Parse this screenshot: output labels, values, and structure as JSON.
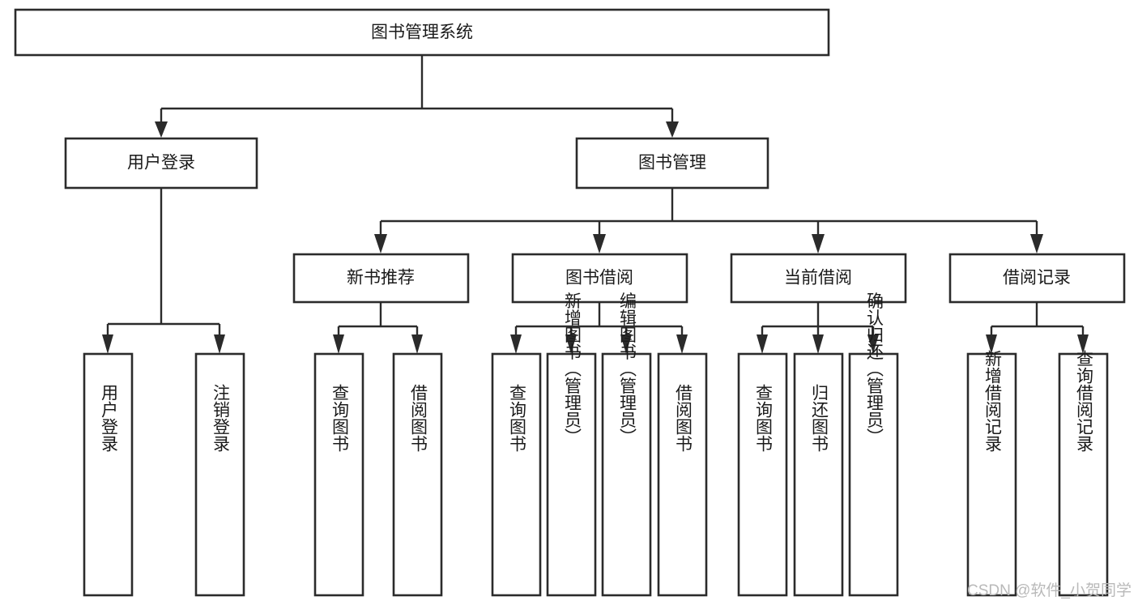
{
  "diagram": {
    "title": "图书管理系统",
    "type": "tree-hierarchy",
    "orientation": "top-down",
    "watermark": "CSDN @软件_小贺同学",
    "colors": {
      "box_stroke": "#2b2b2b",
      "box_fill": "#ffffff",
      "connector": "#2b2b2b",
      "text": "#1a1a1a",
      "background": "#ffffff",
      "watermark": "#b9b9b9"
    },
    "levels": {
      "root": {
        "label": "图书管理系统"
      },
      "level2": [
        {
          "id": "user-login",
          "label": "用户登录"
        },
        {
          "id": "book-manage",
          "label": "图书管理"
        }
      ],
      "level3": [
        {
          "id": "new-book-recommend",
          "label": "新书推荐",
          "parent": "book-manage"
        },
        {
          "id": "book-borrow",
          "label": "图书借阅",
          "parent": "book-manage"
        },
        {
          "id": "current-borrow",
          "label": "当前借阅",
          "parent": "book-manage"
        },
        {
          "id": "borrow-record",
          "label": "借阅记录",
          "parent": "book-manage"
        }
      ],
      "leaves": [
        {
          "id": "leaf-user-login",
          "label": "用户登录",
          "parent": "user-login"
        },
        {
          "id": "leaf-logout-login",
          "label": "注销登录",
          "parent": "user-login"
        },
        {
          "id": "leaf-query-book-1",
          "label": "查询图书",
          "parent": "new-book-recommend"
        },
        {
          "id": "leaf-borrow-book-1",
          "label": "借阅图书",
          "parent": "new-book-recommend"
        },
        {
          "id": "leaf-query-book-2",
          "label": "查询图书",
          "parent": "book-borrow"
        },
        {
          "id": "leaf-add-book",
          "label": "新增图书（管理员）",
          "parent": "book-borrow"
        },
        {
          "id": "leaf-edit-book",
          "label": "编辑图书（管理员）",
          "parent": "book-borrow"
        },
        {
          "id": "leaf-borrow-book-2",
          "label": "借阅图书",
          "parent": "book-borrow"
        },
        {
          "id": "leaf-query-book-3",
          "label": "查询图书",
          "parent": "current-borrow"
        },
        {
          "id": "leaf-return-book",
          "label": "归还图书",
          "parent": "current-borrow"
        },
        {
          "id": "leaf-confirm-return",
          "label": "确认归还（管理员）",
          "parent": "current-borrow"
        },
        {
          "id": "leaf-add-record",
          "label": "新增借阅记录",
          "parent": "borrow-record"
        },
        {
          "id": "leaf-query-record",
          "label": "查询借阅记录",
          "parent": "borrow-record"
        }
      ]
    }
  }
}
